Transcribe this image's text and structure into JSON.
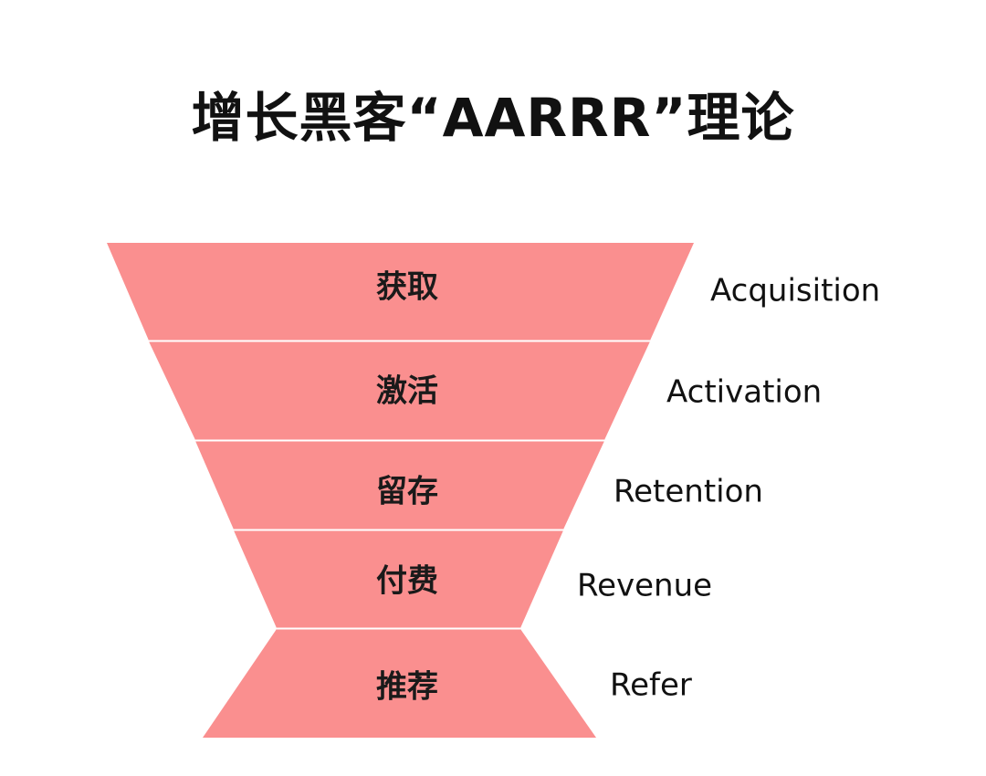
{
  "title": "增长黑客“AARRR”理论",
  "colors": {
    "funnel_fill": "#fa8f8f",
    "divider": "#ffffff",
    "text": "#111111"
  },
  "stages": [
    {
      "label_cn": "获取",
      "label_en": "Acquisition"
    },
    {
      "label_cn": "激活",
      "label_en": "Activation"
    },
    {
      "label_cn": "留存",
      "label_en": "Retention"
    },
    {
      "label_cn": "付费",
      "label_en": "Revenue"
    },
    {
      "label_cn": "推荐",
      "label_en": "Refer"
    }
  ]
}
